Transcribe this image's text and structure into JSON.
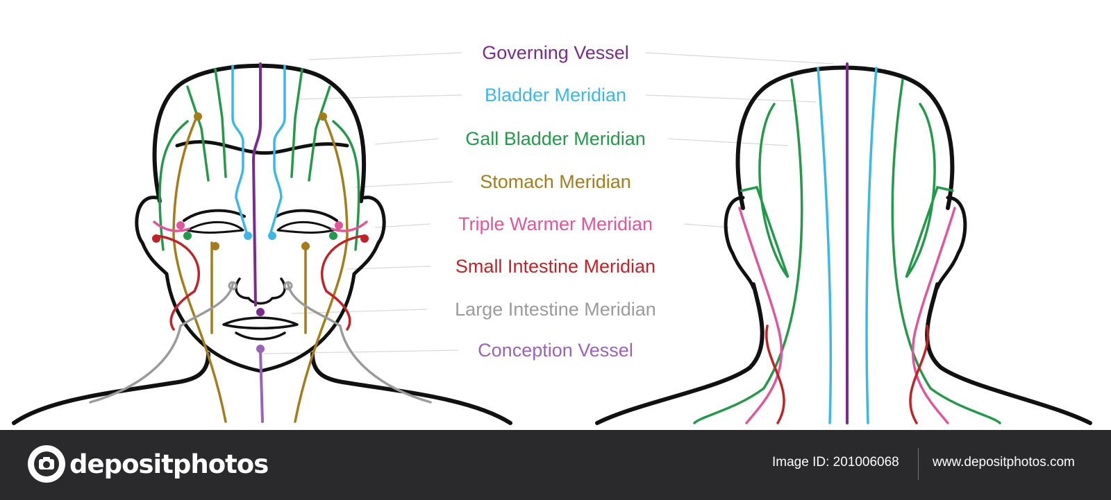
{
  "labels": [
    {
      "text": "Governing Vessel",
      "color": "#7b2b8e"
    },
    {
      "text": "Bladder Meridian",
      "color": "#3db7e4"
    },
    {
      "text": "Gall Bladder Meridian",
      "color": "#23994a"
    },
    {
      "text": "Stomach Meridian",
      "color": "#a67c1a"
    },
    {
      "text": "Triple Warmer Meridian",
      "color": "#e0559b"
    },
    {
      "text": "Small Intestine Meridian",
      "color": "#c02227"
    },
    {
      "text": "Large Intestine Meridian",
      "color": "#9b9b9b"
    },
    {
      "text": "Conception Vessel",
      "color": "#9a63b8"
    }
  ],
  "outline_color": "#111111",
  "footer": {
    "brand": "depositphotos",
    "brand_icon": "camera-aperture-icon",
    "image_id": "Image ID: 201006068",
    "site": "www.depositphotos.com",
    "background": "#2a2a2c"
  }
}
